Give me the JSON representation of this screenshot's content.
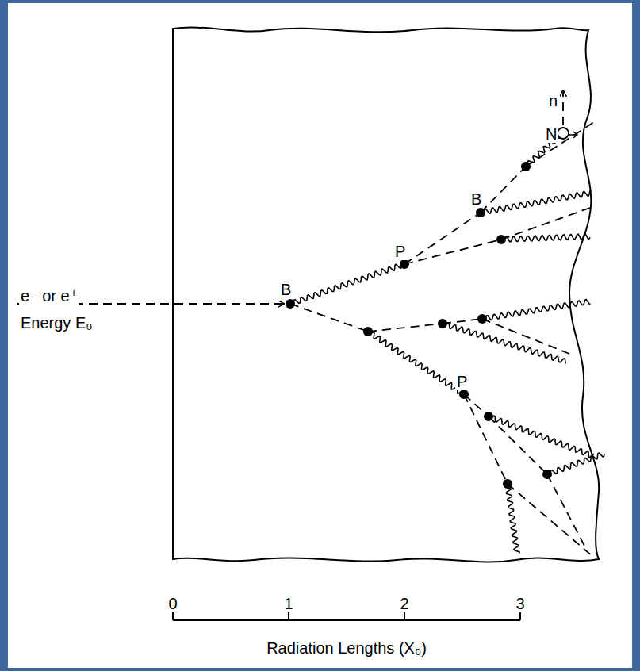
{
  "diagram": {
    "labels": [
      "e⁻ or e⁺",
      "Energy E₀",
      "B",
      "P",
      "B",
      "N",
      "n",
      "P",
      "0",
      "1",
      "2",
      "3",
      "Radiation Lengths (X₀)"
    ]
  }
}
